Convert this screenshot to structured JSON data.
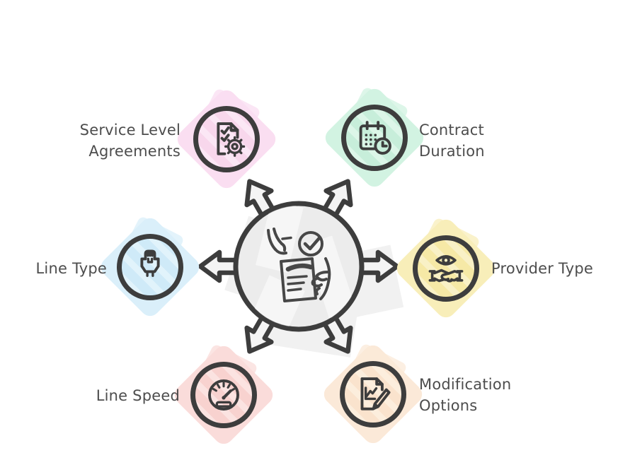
{
  "diagram": {
    "type": "radial-spoke-infographic",
    "center": {
      "icon": "hands-holding-contract-icon",
      "fill": "#ececec",
      "arrow_fill": "#f4f4f4",
      "arrow_count": 6
    },
    "colors": {
      "stroke": "#3d3d3d",
      "text": "#4d4d4d",
      "background": "#ffffff"
    },
    "nodes": [
      {
        "id": "service-level-agreements",
        "label_lines": [
          "Service Level",
          "Agreements"
        ],
        "icon": "document-checklist-gear-icon",
        "position": "top-left",
        "circle_color": "#f8d7ec",
        "circle_color_light": "#fbe7f5",
        "blob_color": "#fadef1"
      },
      {
        "id": "contract-duration",
        "label_lines": [
          "Contract",
          "Duration"
        ],
        "icon": "calendar-clock-icon",
        "position": "top-right",
        "circle_color": "#c7eeda",
        "circle_color_light": "#dcf6e8",
        "blob_color": "#d2f3e2"
      },
      {
        "id": "line-type",
        "label_lines": [
          "Line Type"
        ],
        "icon": "ethernet-plug-icon",
        "position": "middle-left",
        "circle_color": "#cfeaf8",
        "circle_color_light": "#e1f3fb",
        "blob_color": "#daeffa"
      },
      {
        "id": "provider-type",
        "label_lines": [
          "Provider Type"
        ],
        "icon": "eye-handshake-icon",
        "position": "middle-right",
        "circle_color": "#f6e9a6",
        "circle_color_light": "#f9f1c6",
        "blob_color": "#f8eeb9"
      },
      {
        "id": "line-speed",
        "label_lines": [
          "Line Speed"
        ],
        "icon": "speedometer-icon",
        "position": "bottom-left",
        "circle_color": "#f8d2cf",
        "circle_color_light": "#fbe3e1",
        "blob_color": "#fadcda"
      },
      {
        "id": "modification-options",
        "label_lines": [
          "Modification",
          "Options"
        ],
        "icon": "document-pencil-chart-icon",
        "position": "bottom-right",
        "circle_color": "#fae3cd",
        "circle_color_light": "#fceedd",
        "blob_color": "#fbe9d8"
      }
    ]
  }
}
